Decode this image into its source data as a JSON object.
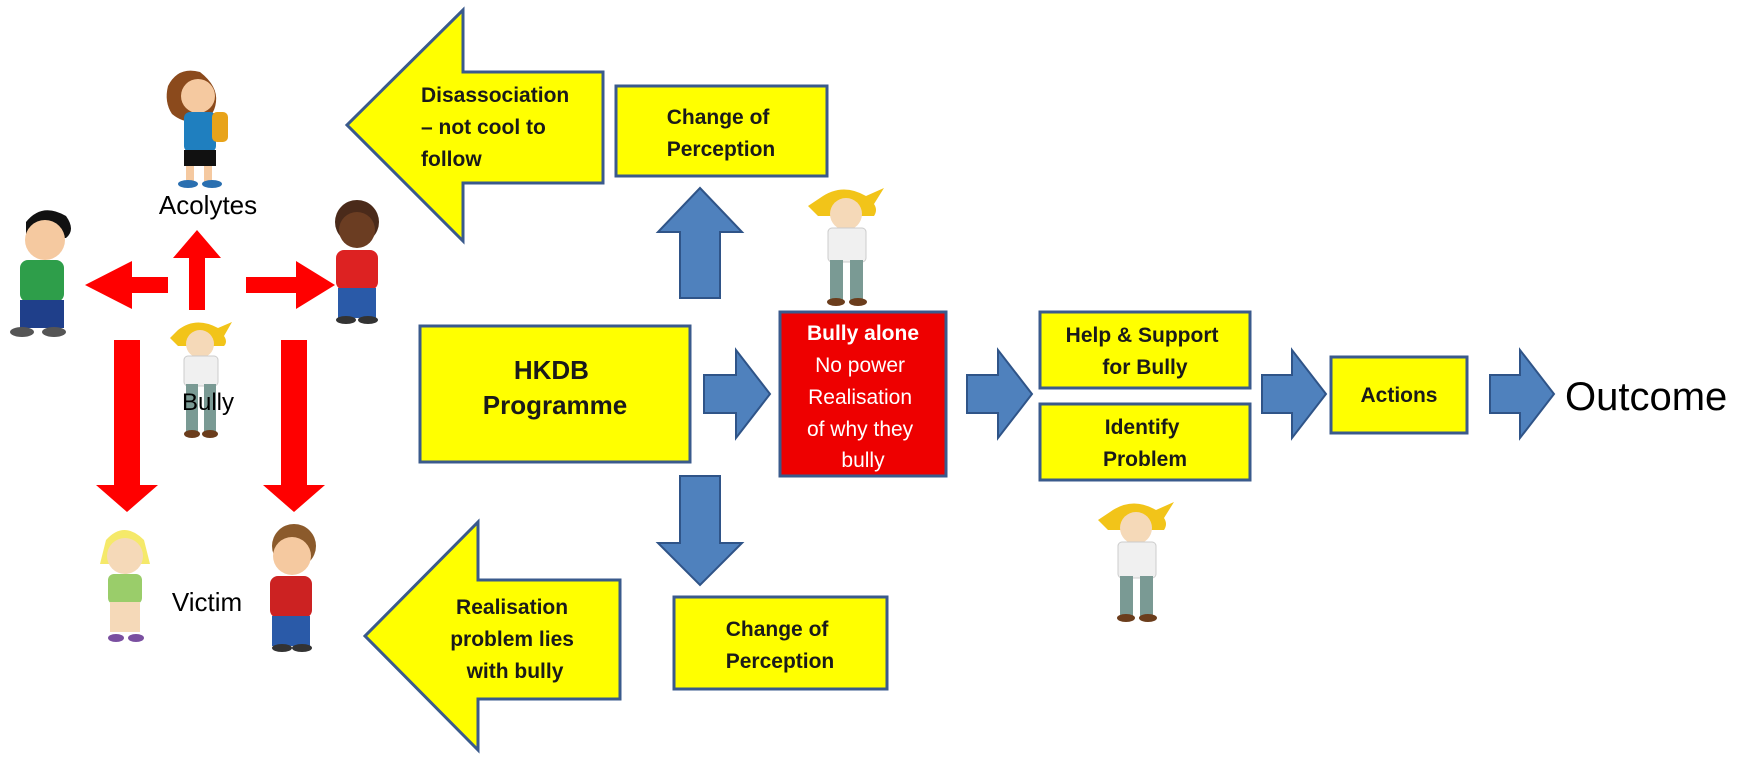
{
  "colors": {
    "box_fill": "#ffff00",
    "box_stroke": "#3a5a8c",
    "blue_arrow": "#4f81bd",
    "blue_arrow_stroke": "#2f5488",
    "red_arrow": "#ff0000",
    "bully_alone_fill": "#ee0000"
  },
  "figures": {
    "acolytes_label": "Acolytes",
    "bully_label": "Bully",
    "victim_label": "Victim"
  },
  "arrows": {
    "disassociation": [
      "Disassociation",
      "– not cool to",
      "follow"
    ],
    "realisation": [
      "Realisation",
      "problem lies",
      "with bully"
    ]
  },
  "boxes": {
    "change_of_perception_top": [
      "Change of",
      "Perception"
    ],
    "change_of_perception_bottom": [
      "Change of",
      "Perception"
    ],
    "hkdb": [
      "HKDB",
      "Programme"
    ],
    "bully_alone_title": "Bully alone",
    "bully_alone_lines": [
      "No power",
      "Realisation",
      "of why they",
      "bully"
    ],
    "help_support": [
      "Help & Support",
      "for Bully"
    ],
    "identify_problem": [
      "Identify",
      "Problem"
    ],
    "actions": "Actions"
  },
  "outcome_label": "Outcome"
}
